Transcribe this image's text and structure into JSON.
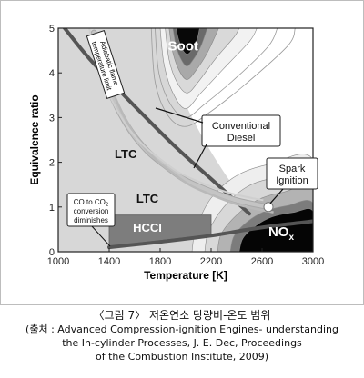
{
  "chart_data": {
    "type": "contour",
    "xlabel": "Temperature [K]",
    "ylabel": "Equivalence ratio",
    "xlim": [
      1000,
      3000
    ],
    "ylim": [
      0,
      5
    ],
    "xticks": [
      1000,
      1400,
      1800,
      2200,
      2600,
      3000
    ],
    "yticks": [
      0,
      1,
      2,
      3,
      4,
      5
    ],
    "ytick_labels": [
      "0",
      "1",
      "2",
      "3",
      "4",
      "5"
    ],
    "regions": [
      {
        "name": "Soot",
        "label": "Soot",
        "center": [
          1980,
          4.6
        ]
      },
      {
        "name": "NOx",
        "label": "NOx",
        "center": [
          2750,
          0.45
        ]
      },
      {
        "name": "LTC",
        "label": "LTC",
        "center": [
          1530,
          2.2
        ]
      },
      {
        "name": "LTC lower",
        "label": "LTC",
        "center": [
          1700,
          1.2
        ]
      },
      {
        "name": "HCCI",
        "label": "HCCI",
        "range_x": [
          1400,
          2200
        ],
        "range_y": [
          0.15,
          0.85
        ]
      }
    ],
    "annotations": [
      {
        "text": "Conventional Diesel",
        "lines": [
          "Conventional",
          "Diesel"
        ]
      },
      {
        "text": "Spark Ignition",
        "lines": [
          "Spark",
          "Ignition"
        ],
        "point": [
          2650,
          1.0
        ]
      },
      {
        "text": "Adiabatic flame temperature limit",
        "lines": [
          "Adiabatic flame",
          "temperature limit"
        ]
      },
      {
        "text": "CO to CO2 conversion diminishes",
        "lines": [
          "CO to CO",
          "conversion",
          "diminishes"
        ],
        "subscript": "2"
      }
    ],
    "series": [
      {
        "values": [
          {
            "x": 1280,
            "y": 4.9
          },
          {
            "x": 1350,
            "y": 4.0
          },
          {
            "x": 1450,
            "y": 3.3
          },
          {
            "x": 1570,
            "y": 2.7
          },
          {
            "x": 1700,
            "y": 2.25
          },
          {
            "x": 1850,
            "y": 1.9
          },
          {
            "x": 2000,
            "y": 1.6
          },
          {
            "x": 2200,
            "y": 1.35
          },
          {
            "x": 2400,
            "y": 1.15
          },
          {
            "x": 2650,
            "y": 1.0
          }
        ]
      },
      {
        "values": [
          {
            "x": 1400,
            "y": 0.1
          },
          {
            "x": 1800,
            "y": 0.22
          },
          {
            "x": 2200,
            "y": 0.36
          },
          {
            "x": 2500,
            "y": 0.5
          },
          {
            "x": 2750,
            "y": 0.6
          },
          {
            "x": 3000,
            "y": 0.68
          }
        ]
      },
      {
        "values": [
          {
            "x": 1050,
            "y": 5.0
          },
          {
            "x": 1250,
            "y": 4.3
          },
          {
            "x": 1550,
            "y": 3.4
          },
          {
            "x": 1900,
            "y": 2.4
          },
          {
            "x": 2250,
            "y": 1.5
          },
          {
            "x": 2500,
            "y": 0.85
          }
        ]
      }
    ],
    "colors": {
      "plot_bg": "#d7d7d7",
      "white_region": "#ffffff",
      "soot_dark": "#080808",
      "nox_dark": "#050505",
      "hcci": "#7d7d7d",
      "trajectory": "#c4c4c4",
      "line": "#555555"
    }
  },
  "caption": {
    "title": "〈그림 7〉 저온연소 당량비-온도 범위",
    "source": "(출처 : Advanced Compression-ignition Engines- understanding\nthe In-cylinder Processes, J. E. Dec, Proceedings\nof the Combustion Institute, 2009)"
  }
}
